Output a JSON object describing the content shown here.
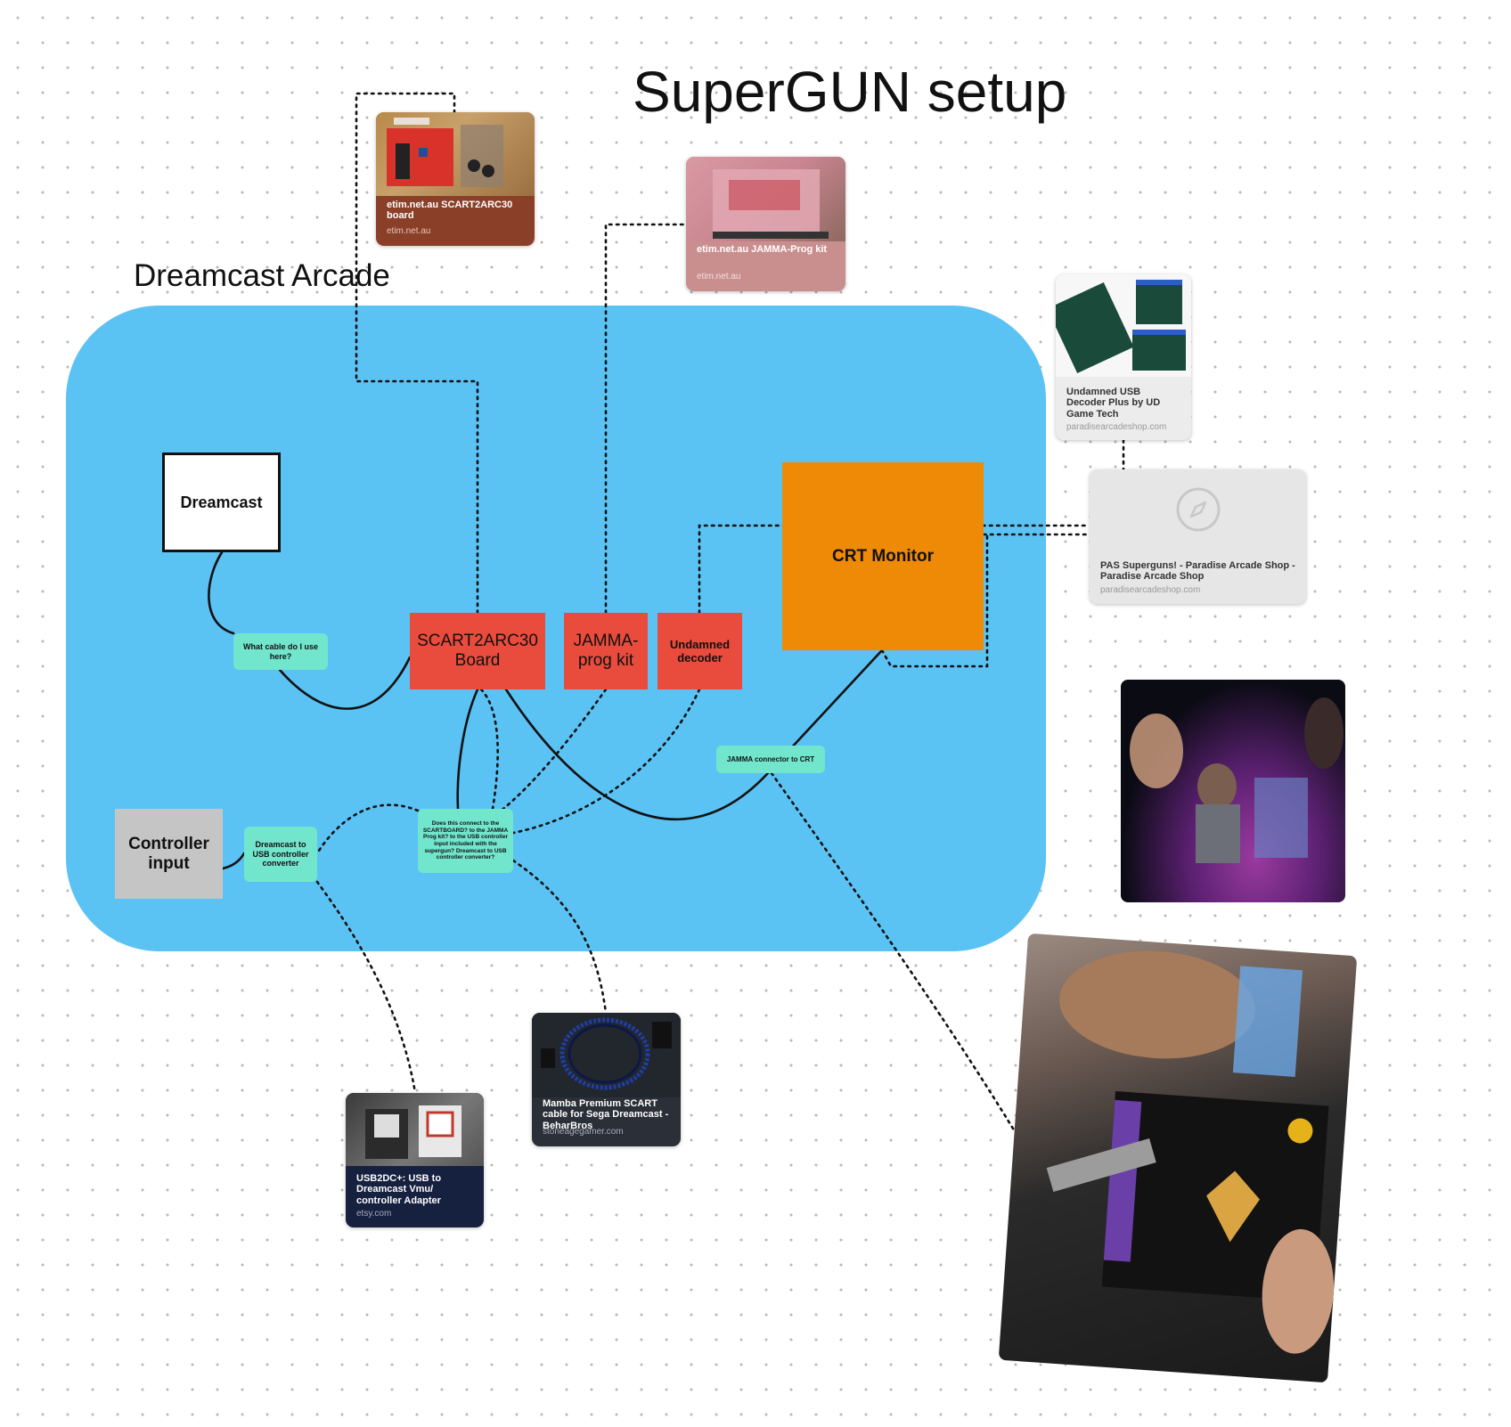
{
  "title": "SuperGUN setup",
  "group_label": "Dreamcast Arcade",
  "nodes": {
    "dreamcast": "Dreamcast",
    "scart_board": "SCART2ARC30 Board",
    "jamma_kit": "JAMMA-prog kit",
    "undamned": "Undamned decoder",
    "crt": "CRT Monitor",
    "controller": "Controller input"
  },
  "stickies": {
    "cable_question": "What cable do I use here?",
    "usb_converter": "Dreamcast to USB controller converter",
    "connect_question": "Does this connect to the SCARTBOARD? to the JAMMA Prog kit? to the USB controller input included with the supergun? Dreamcast to USB controller converter?",
    "jamma_connector": "JAMMA connector to CRT"
  },
  "cards": {
    "scart": {
      "caption": "etim.net.au SCART2ARC30 board",
      "domain": "etim.net.au"
    },
    "jamma": {
      "caption": "etim.net.au JAMMA-Prog kit",
      "domain": "etim.net.au"
    },
    "undamned": {
      "caption": "Undamned USB Decoder Plus by UD Game Tech",
      "domain": "paradisearcadeshop.com"
    },
    "pas": {
      "caption": "PAS Superguns! - Paradise Arcade Shop - Paradise Arcade Shop",
      "domain": "paradisearcadeshop.com",
      "icon": "compass-icon"
    },
    "mamba": {
      "caption": "Mamba Premium SCART cable for Sega Dreamcast - BeharBros",
      "domain": "stoneagegamer.com"
    },
    "usb2dc": {
      "caption": "USB2DC+: USB to Dreamcast Vmu/ controller Adapter",
      "domain": "etsy.com"
    }
  },
  "colors": {
    "arcade_group": "#5bc2f4",
    "board_red": "#e94b3c",
    "crt_orange": "#ee8a05",
    "sticky_teal": "#72e5cd",
    "controller_grey": "#c5c5c5"
  }
}
